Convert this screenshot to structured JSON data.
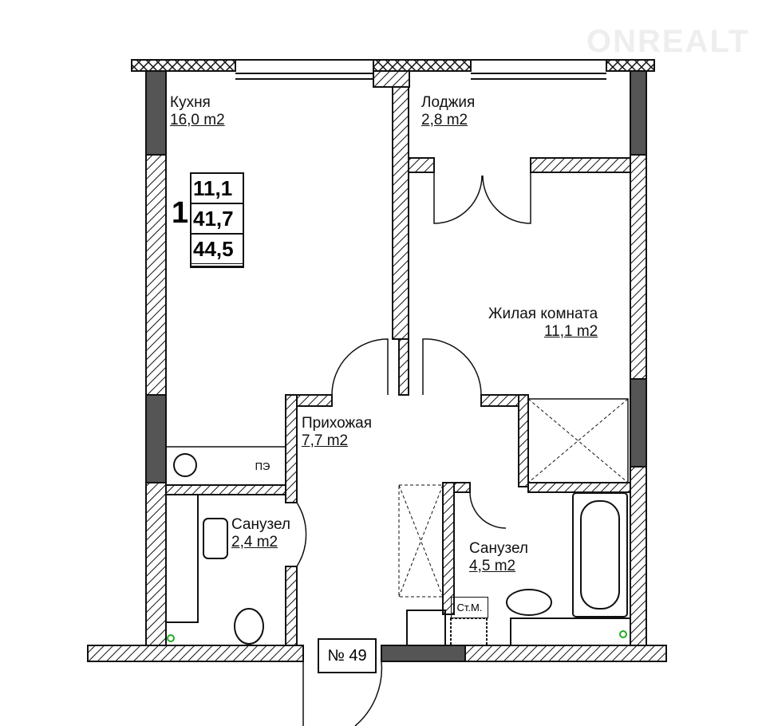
{
  "watermark": "ONREALT",
  "summary": {
    "rooms": "1",
    "living_area": "11,1",
    "total_area": "41,7",
    "total_with_loggia": "44,5"
  },
  "rooms": [
    {
      "name": "Кухня",
      "area": "16,0 m2"
    },
    {
      "name": "Лоджия",
      "area": "2,8 m2"
    },
    {
      "name": "Жилая комната",
      "area": "11,1 m2"
    },
    {
      "name": "Прихожая",
      "area": "7,7 m2"
    },
    {
      "name": "Санузел",
      "area": "2,4 m2"
    },
    {
      "name": "Санузел",
      "area": "4,5 m2"
    }
  ],
  "labels": {
    "pe": "ПЭ",
    "washer": "Ст.М.",
    "apartment_number": "№ 49"
  }
}
